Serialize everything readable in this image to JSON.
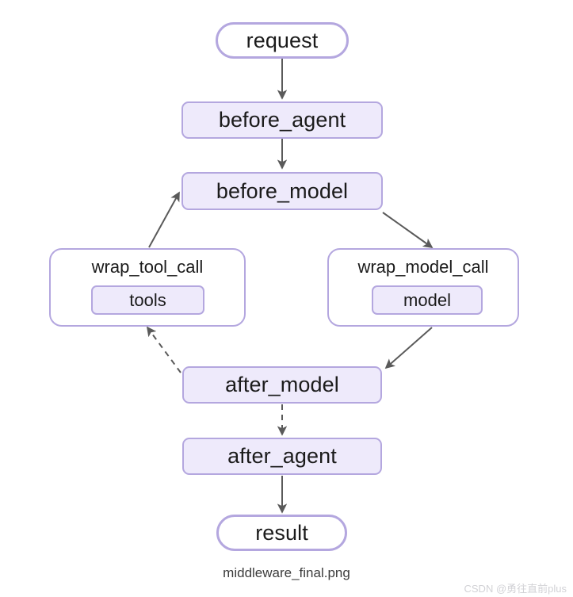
{
  "diagram": {
    "type": "flowchart",
    "direction": "top-to-bottom",
    "caption": "middleware_final.png",
    "watermark": "CSDN @勇往直前plus",
    "colors": {
      "node_border": "#b4a7df",
      "node_fill": "#eeeafb",
      "terminal_fill": "#ffffff",
      "edge": "#5a5a5a",
      "text": "#1b1b1b",
      "background": "#ffffff"
    },
    "nodes": [
      {
        "id": "request",
        "label": "request",
        "shape": "pill"
      },
      {
        "id": "before_agent",
        "label": "before_agent",
        "shape": "box"
      },
      {
        "id": "before_model",
        "label": "before_model",
        "shape": "box"
      },
      {
        "id": "wrap_tool_call",
        "label": "wrap_tool_call",
        "shape": "subgraph"
      },
      {
        "id": "tools",
        "label": "tools",
        "shape": "box",
        "parent": "wrap_tool_call"
      },
      {
        "id": "wrap_model_call",
        "label": "wrap_model_call",
        "shape": "subgraph"
      },
      {
        "id": "model",
        "label": "model",
        "shape": "box",
        "parent": "wrap_model_call"
      },
      {
        "id": "after_model",
        "label": "after_model",
        "shape": "box"
      },
      {
        "id": "after_agent",
        "label": "after_agent",
        "shape": "box"
      },
      {
        "id": "result",
        "label": "result",
        "shape": "pill"
      }
    ],
    "edges": [
      {
        "from": "request",
        "to": "before_agent",
        "style": "solid"
      },
      {
        "from": "before_agent",
        "to": "before_model",
        "style": "solid"
      },
      {
        "from": "before_model",
        "to": "wrap_model_call",
        "style": "solid"
      },
      {
        "from": "wrap_model_call",
        "to": "after_model",
        "style": "solid"
      },
      {
        "from": "after_model",
        "to": "wrap_tool_call",
        "style": "dashed"
      },
      {
        "from": "wrap_tool_call",
        "to": "before_model",
        "style": "solid"
      },
      {
        "from": "after_model",
        "to": "after_agent",
        "style": "dashed"
      },
      {
        "from": "after_agent",
        "to": "result",
        "style": "solid"
      }
    ]
  }
}
